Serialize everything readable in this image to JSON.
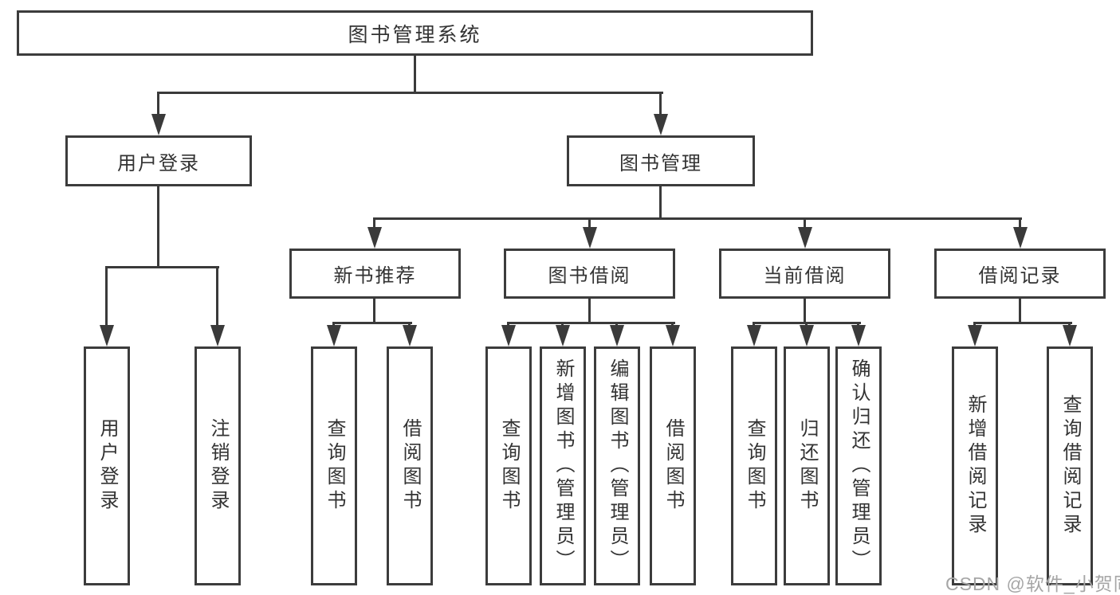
{
  "diagram": {
    "title": "图书管理系统",
    "branches": [
      {
        "label": "用户登录",
        "children": [
          {
            "label": "用户登录"
          },
          {
            "label": "注销登录"
          }
        ]
      },
      {
        "label": "图书管理",
        "children": [
          {
            "label": "新书推荐",
            "children": [
              {
                "label": "查询图书"
              },
              {
                "label": "借阅图书"
              }
            ]
          },
          {
            "label": "图书借阅",
            "children": [
              {
                "label": "查询图书"
              },
              {
                "label": "新增图书（管理员）"
              },
              {
                "label": "编辑图书（管理员）"
              },
              {
                "label": "借阅图书"
              }
            ]
          },
          {
            "label": "当前借阅",
            "children": [
              {
                "label": "查询图书"
              },
              {
                "label": "归还图书"
              },
              {
                "label": "确认归还（管理员）"
              }
            ]
          },
          {
            "label": "借阅记录",
            "children": [
              {
                "label": "新增借阅记录"
              },
              {
                "label": "查询借阅记录"
              }
            ]
          }
        ]
      }
    ],
    "watermark": "CSDN @软件_小贺同学",
    "colors": {
      "line": "#3a3a3a",
      "border": "#3c3c3c",
      "text": "#333333",
      "watermark": "#a6a6a6",
      "background": "#ffffff"
    }
  }
}
